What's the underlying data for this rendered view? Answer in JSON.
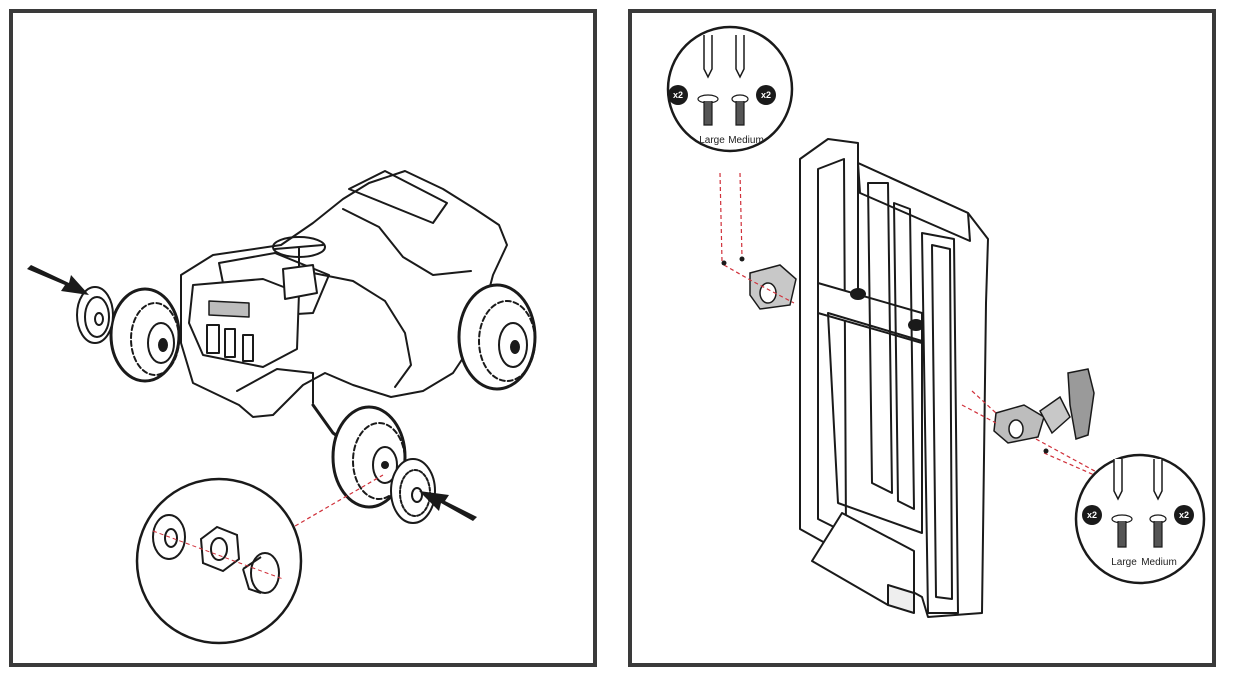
{
  "steps": [
    {
      "part": "ride-on car rear axle",
      "callouts": [
        "washer",
        "lock nut",
        "hub cap"
      ]
    },
    {
      "part": "seat frame brackets",
      "screws": {
        "top": {
          "qty": "x2",
          "large_label": "Large",
          "medium_label": "Medium",
          "qty_right": "x2"
        },
        "bottom": {
          "qty": "x2",
          "large_label": "Large",
          "medium_label": "Medium",
          "qty_right": "x2"
        }
      }
    }
  ],
  "colors": {
    "border": "#3a3a3a",
    "line": "#1a1a1a",
    "dash": "#d0303a",
    "badge": "#1a1a1a",
    "fill_gray": "#9a9a9a"
  }
}
